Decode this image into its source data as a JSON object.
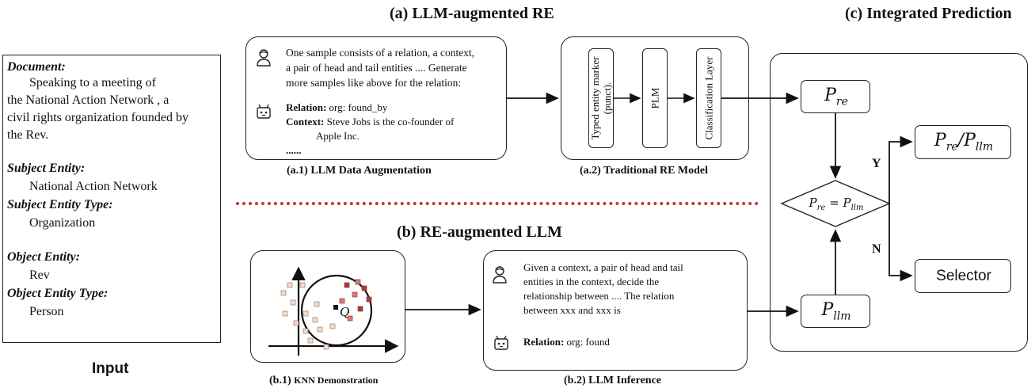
{
  "input": {
    "document_label": "Document:",
    "document_lines": [
      "Speaking to a meeting of",
      "the National Action Network , a",
      "civil rights organization founded by",
      "the Rev."
    ],
    "subject_entity_label": "Subject Entity:",
    "subject_entity": "National Action Network",
    "subject_entity_type_label": "Subject Entity Type:",
    "subject_entity_type": "Organization",
    "object_entity_label": "Object Entity:",
    "object_entity": "Rev",
    "object_entity_type_label": "Object Entity Type:",
    "object_entity_type": "Person",
    "caption": "Input"
  },
  "section_a": {
    "title": "(a)  LLM-augmented RE",
    "prompt_lines": [
      "One sample consists of a relation, a context,",
      "a pair of head and tail entities ....  Generate",
      "more samples like above for the relation:"
    ],
    "relation_label": "Relation:",
    "relation_value": "org: found_by",
    "context_label": "Context:",
    "context_value_lines": [
      "Steve Jobs is the co-founder of",
      "Apple Inc."
    ],
    "ellipsis": "......",
    "caption_a1": "(a.1) LLM Data Augmentation",
    "marker_label": "Typed entity marker\n(punct).",
    "plm_label": "PLM",
    "classification_label": "Classification Layer",
    "caption_a2": "(a.2) Traditional RE Model"
  },
  "section_b": {
    "title": "(b)  RE-augmented LLM",
    "q_label": "Q",
    "caption_b1_prefix": "(b.1)",
    "caption_b1_rest": "KNN Demonstration",
    "prompt_lines": [
      "Given a context, a pair of head and tail",
      "entities in the context, decide the",
      "relationship between .... The relation",
      "between xxx and xxx is"
    ],
    "relation_label": "Relation:",
    "relation_value": "org: found",
    "caption_b2": "(b.2) LLM Inference"
  },
  "section_c": {
    "title": "(c) Integrated Prediction",
    "p_re": "P",
    "p_re_sub": "re",
    "p_llm": "P",
    "p_llm_sub": "llm",
    "diamond_text": "P_re = P_llm",
    "yes_label": "Y",
    "no_label": "N",
    "result_yes": "P_re/P_llm",
    "result_no": "Selector"
  },
  "colors": {
    "dotted_divider": "#c0392b",
    "points_red": "#e07a7a",
    "points_dark_red": "#b03a3a",
    "points_tan": "#e8c9b6"
  },
  "icons": [
    "user-icon",
    "robot-icon",
    "user-icon",
    "robot-icon"
  ]
}
